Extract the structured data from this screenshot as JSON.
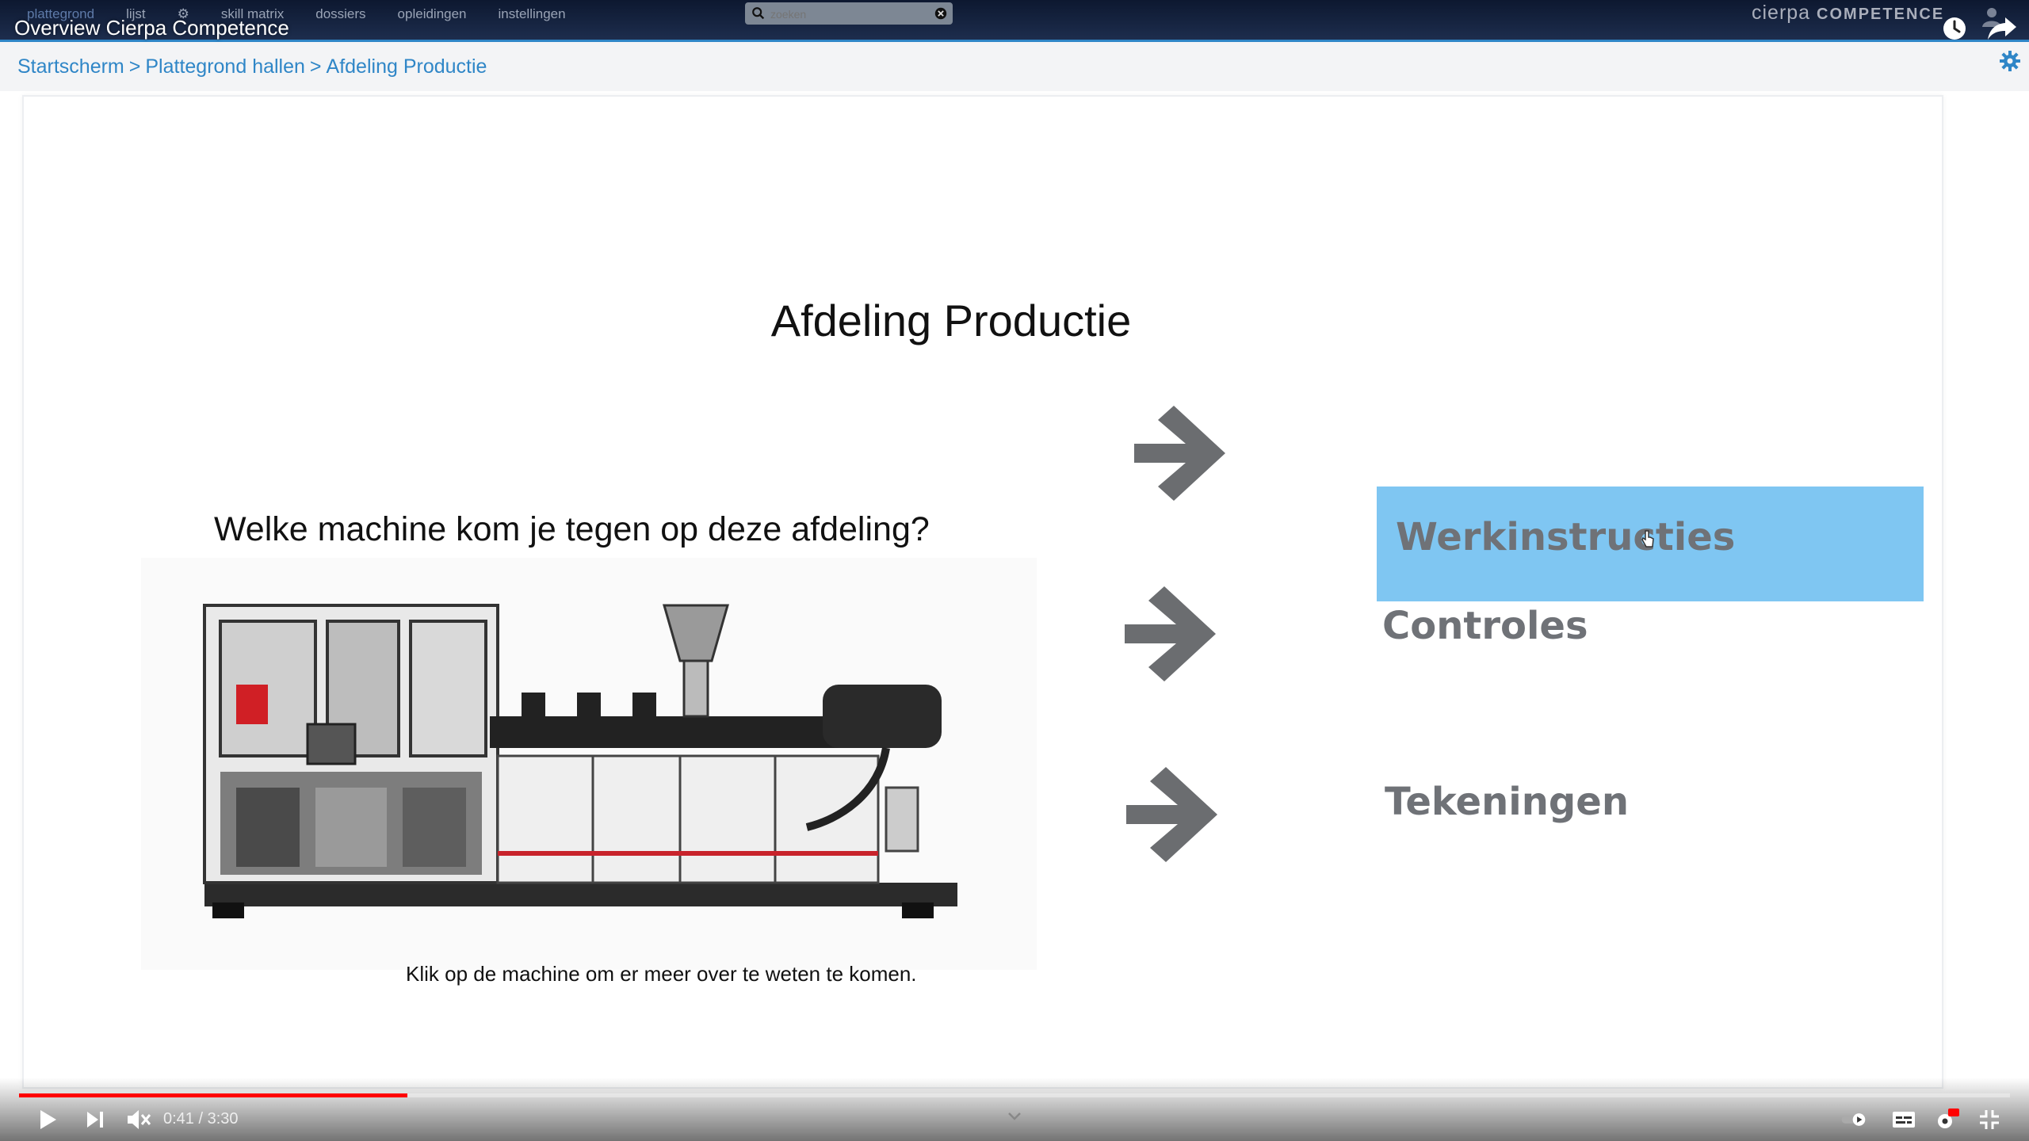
{
  "video": {
    "title": "Overview Cierpa Competence",
    "time_current": "0:41",
    "time_sep": " / ",
    "time_total": "3:30",
    "progress": 0.195
  },
  "app": {
    "nav": [
      "plattegrond",
      "lijst",
      "⚙",
      "skill matrix",
      "dossiers",
      "opleidingen",
      "instellingen"
    ],
    "search_placeholder": "zoeken",
    "brand_light": "cierpa ",
    "brand_bold": "COMPETENCE"
  },
  "breadcrumb": {
    "items": [
      "Startscherm",
      "Plattegrond hallen",
      "Afdeling Productie"
    ],
    "separator": ">"
  },
  "content": {
    "title": "Afdeling Productie",
    "question": "Welke machine kom je tegen op deze afdeling?",
    "caption": "Klik op de machine om er meer over te weten te komen.",
    "choices": [
      "Werkinstructies",
      "Controles",
      "Tekeningen"
    ]
  },
  "colors": {
    "accent": "#2f86c7",
    "highlight": "#7fc6f2",
    "progress": "#ff0000"
  }
}
